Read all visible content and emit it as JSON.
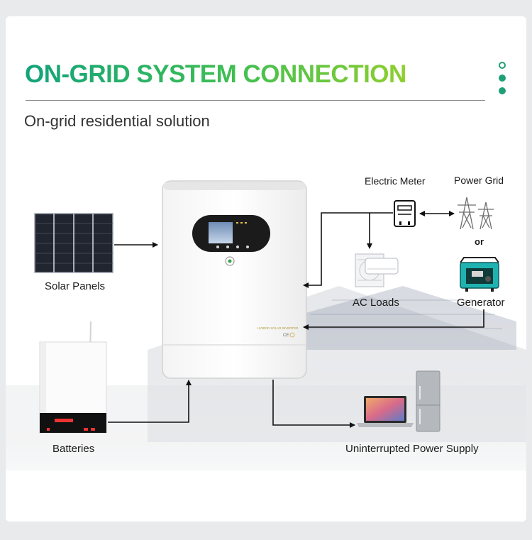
{
  "header": {
    "title": "ON-GRID SYSTEM CONNECTION",
    "subtitle": "On-grid residential solution"
  },
  "labels": {
    "solar_panels": "Solar Panels",
    "batteries": "Batteries",
    "electric_meter": "Electric Meter",
    "power_grid": "Power Grid",
    "or": "or",
    "ac_loads": "AC Loads",
    "generator": "Generator",
    "ups": "Uninterrupted Power Supply"
  },
  "inverter": {
    "brand_text": "HYBRID SOLAR INVERTER",
    "ce_mark": "CE"
  },
  "colors": {
    "accent_green": "#1aa36e",
    "accent_lime": "#8fcf2e",
    "line": "#111111"
  }
}
